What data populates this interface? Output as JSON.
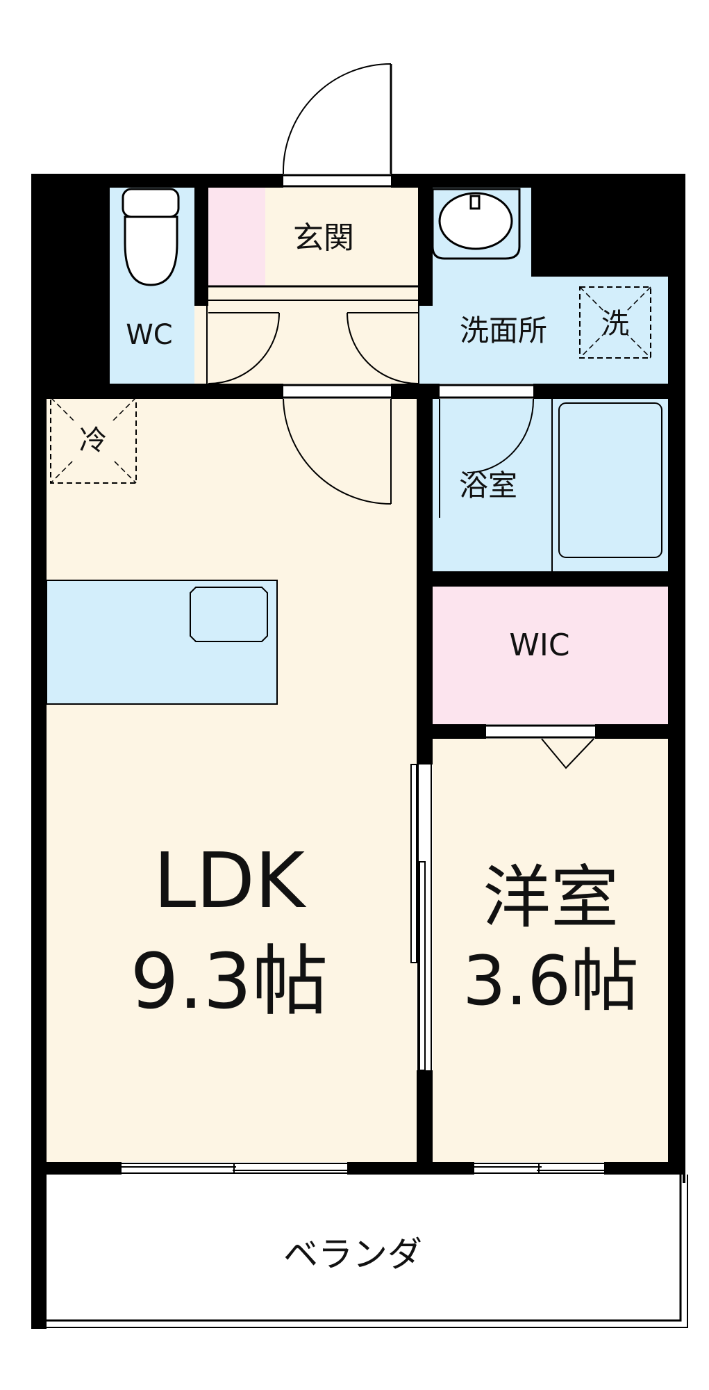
{
  "floor_plan": {
    "rooms": {
      "ldk": {
        "name": "LDK",
        "size": "9.3帖"
      },
      "western_room": {
        "name": "洋室",
        "size": "3.6帖"
      },
      "entrance": {
        "name": "玄関"
      },
      "toilet": {
        "name": "WC"
      },
      "washroom": {
        "name": "洗面所"
      },
      "washer_space": {
        "name": "洗"
      },
      "bathroom": {
        "name": "浴室"
      },
      "walk_in_closet": {
        "name": "WIC"
      },
      "fridge_space": {
        "name": "冷"
      },
      "balcony": {
        "name": "ベランダ"
      }
    },
    "colors": {
      "wall": "#000000",
      "living_floor": "#fdf5e4",
      "wet_area": "#d3eefb",
      "storage": "#fce4ee",
      "balcony": "#ffffff"
    }
  }
}
